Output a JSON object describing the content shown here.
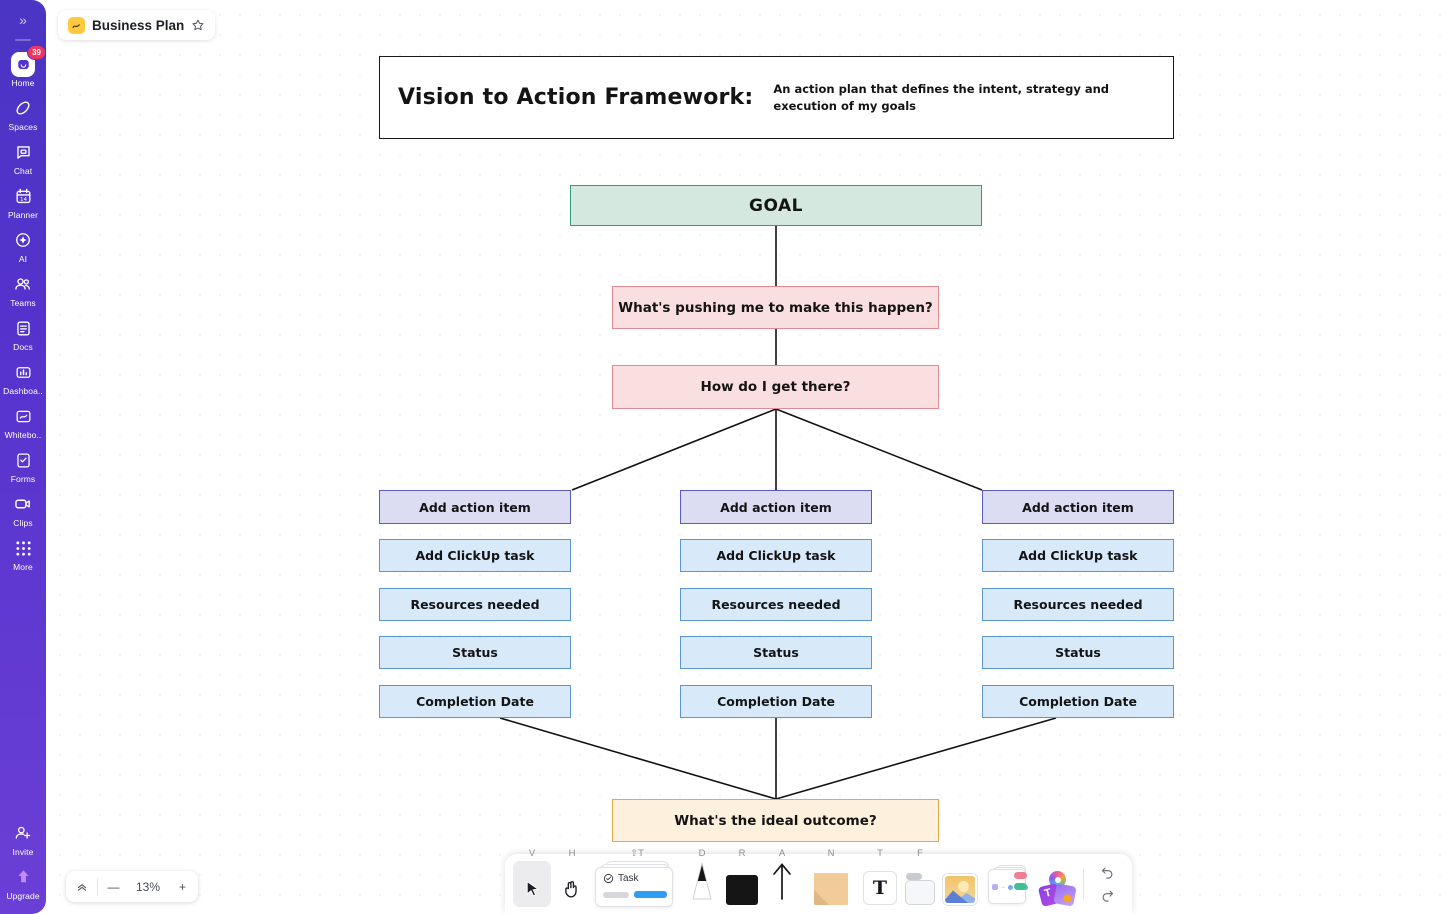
{
  "sidebar": {
    "collapse_icon": "chevron-double-right-icon",
    "items": [
      {
        "label": "Home",
        "icon": "home-icon",
        "badge": "39"
      },
      {
        "label": "Spaces",
        "icon": "spaces-icon"
      },
      {
        "label": "Chat",
        "icon": "chat-icon"
      },
      {
        "label": "Planner",
        "icon": "calendar-icon"
      },
      {
        "label": "AI",
        "icon": "ai-sparkle-icon"
      },
      {
        "label": "Teams",
        "icon": "teams-icon"
      },
      {
        "label": "Docs",
        "icon": "docs-icon"
      },
      {
        "label": "Dashboa..",
        "icon": "dashboard-icon"
      },
      {
        "label": "Whitebo..",
        "icon": "whiteboard-icon"
      },
      {
        "label": "Forms",
        "icon": "forms-icon"
      },
      {
        "label": "Clips",
        "icon": "clips-icon"
      },
      {
        "label": "More",
        "icon": "grid-dots-icon"
      }
    ],
    "bottom_items": [
      {
        "label": "Invite",
        "icon": "invite-user-icon"
      },
      {
        "label": "Upgrade",
        "icon": "upgrade-arrow-icon"
      }
    ]
  },
  "doc_chip": {
    "title": "Business Plan",
    "icon": "whiteboard-file-icon",
    "star_icon": "star-outline-icon"
  },
  "board": {
    "title_box": {
      "heading": "Vision to Action Framework:",
      "subtitle": "An action plan that defines the intent, strategy and execution of my goals"
    },
    "goal": "GOAL",
    "why": "What's pushing me to make this happen?",
    "how": "How do I get there?",
    "outcome": "What's the ideal outcome?",
    "columns": [
      {
        "action": "Add action item",
        "task": "Add ClickUp task",
        "resources": "Resources needed",
        "status": "Status",
        "date": "Completion Date"
      },
      {
        "action": "Add action item",
        "task": "Add ClickUp task",
        "resources": "Resources needed",
        "status": "Status",
        "date": "Completion Date"
      },
      {
        "action": "Add action item",
        "task": "Add ClickUp task",
        "resources": "Resources needed",
        "status": "Status",
        "date": "Completion Date"
      }
    ],
    "colors": {
      "goal_fill": "#d5e8df",
      "goal_border": "#2f9e79",
      "pink_fill": "#f9dfe0",
      "pink_border": "#e08b93",
      "lavender_fill": "#dcdcf2",
      "lavender_border": "#5b5bbf",
      "blue_fill": "#d8eafa",
      "blue_border": "#5a95d4",
      "orange_fill": "#fdf0dc",
      "orange_border": "#e0a94a",
      "edge_stroke": "#111111"
    }
  },
  "zoom_control": {
    "collapse_icon": "chevrons-up-icon",
    "minus_label": "—",
    "value": "13%",
    "plus_label": "+"
  },
  "toolbar": {
    "tools": [
      {
        "name": "select-tool",
        "key": "V",
        "icon": "cursor-arrow-icon",
        "selected": true
      },
      {
        "name": "hand-tool",
        "key": "H",
        "icon": "hand-icon",
        "selected": false
      },
      {
        "name": "task-card-tool",
        "key": "⇧T",
        "icon": "task-card-stack-icon",
        "selected": false,
        "card_label": "Task"
      },
      {
        "name": "draw-tool",
        "key": "D",
        "icon": "pen-icon",
        "selected": false
      },
      {
        "name": "shape-tool",
        "key": "R",
        "icon": "rectangle-icon",
        "selected": false
      },
      {
        "name": "arrow-tool",
        "key": "A",
        "icon": "arrow-up-icon",
        "selected": false
      },
      {
        "name": "note-tool",
        "key": "N",
        "icon": "sticky-note-icon",
        "selected": false
      },
      {
        "name": "text-tool",
        "key": "T",
        "icon": "text-t-icon",
        "selected": false
      },
      {
        "name": "frame-tool",
        "key": "F",
        "icon": "frame-icon",
        "selected": false
      },
      {
        "name": "media-tool",
        "key": "",
        "icon": "image-icon",
        "selected": false
      },
      {
        "name": "template-tool",
        "key": "",
        "icon": "templates-stack-icon",
        "selected": false
      },
      {
        "name": "ai-tool",
        "key": "",
        "icon": "ai-magic-icon",
        "selected": false
      }
    ],
    "undo_icon": "undo-arrow-icon",
    "redo_icon": "redo-arrow-icon"
  }
}
